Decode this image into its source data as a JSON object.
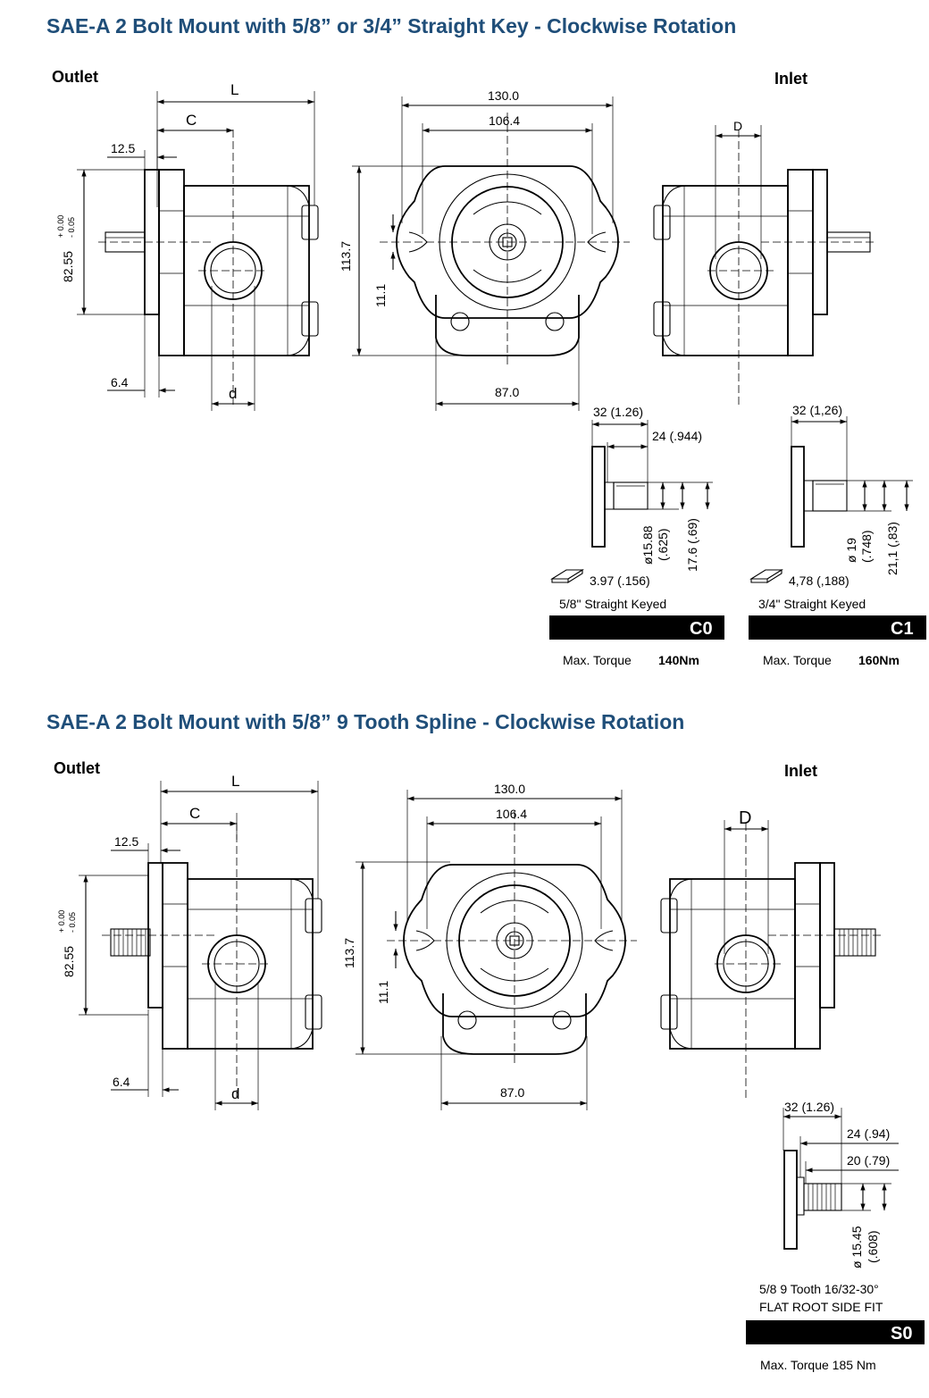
{
  "section_1": {
    "title": "SAE-A 2 Bolt Mount with 5/8” or 3/4” Straight Key -  Clockwise Rotation",
    "outlet_label": "Outlet",
    "inlet_label": "Inlet",
    "dims": {
      "L": "L",
      "C": "C",
      "D": "D",
      "d": "d",
      "flange_offset": "12.5",
      "shaft_dia": "82.55",
      "tol_plus": "+ 0.00",
      "tol_minus": "- 0.05",
      "step": "6.4",
      "width_outer": "130.0",
      "width_bolt": "106.4",
      "height": "113.7",
      "center": "11.1",
      "base": "87.0"
    },
    "shafts": [
      {
        "shaft_length": "32 (1.26)",
        "key_length": "24 (.944)",
        "diameter": "ø15.88",
        "diameter_in": "(.625)",
        "key_height": "17.6 (.69)",
        "key_size": "3.97   (.156)",
        "description": "5/8\" Straight Keyed",
        "code": "C0",
        "torque_label": "Max. Torque",
        "torque_value": "140Nm"
      },
      {
        "shaft_length": "32 (1,26)",
        "diameter": "ø 19",
        "diameter_in": "(.748)",
        "key_height": "21,1 (,83)",
        "key_size": "4,78   (,188)",
        "description": "3/4\" Straight Keyed",
        "code": "C1",
        "torque_label": "Max. Torque",
        "torque_value": "160Nm"
      }
    ]
  },
  "section_2": {
    "title": "SAE-A 2 Bolt Mount with 5/8” 9 Tooth Spline - Clockwise Rotation",
    "outlet_label": "Outlet",
    "inlet_label": "Inlet",
    "dims": {
      "L": "L",
      "C": "C",
      "D": "D",
      "d": "d",
      "flange_offset": "12.5",
      "shaft_dia": "82.55",
      "tol_plus": "+ 0.00",
      "tol_minus": "- 0.05",
      "step": "6.4",
      "width_outer": "130.0",
      "width_bolt": "106.4",
      "height": "113.7",
      "center": "11.1",
      "base": "87.0"
    },
    "shaft": {
      "shaft_length": "32 (1.26)",
      "spline_length": "24 (.94)",
      "inner_length": "20 (.79)",
      "diameter": "ø 15.45",
      "diameter_in": "(.608)",
      "description_1": "5/8 9 Tooth 16/32-30°",
      "description_2": "FLAT ROOT SIDE FIT",
      "code": "S0",
      "torque": "Max. Torque 185 Nm"
    }
  },
  "colors": {
    "title": "#1f4e79",
    "code_bar": "#000000",
    "code_text": "#ffffff"
  }
}
